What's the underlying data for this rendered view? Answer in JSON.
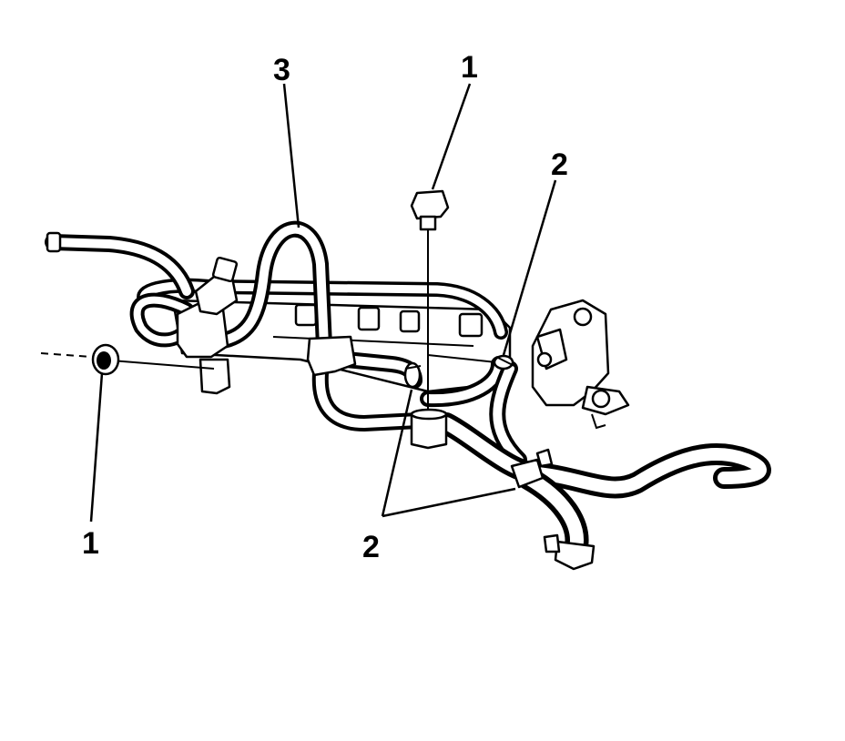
{
  "callouts": {
    "bolt_top": "1",
    "bolt_left": "1",
    "clamp_right": "2",
    "clamps_bottom": "2",
    "hose": "3"
  }
}
